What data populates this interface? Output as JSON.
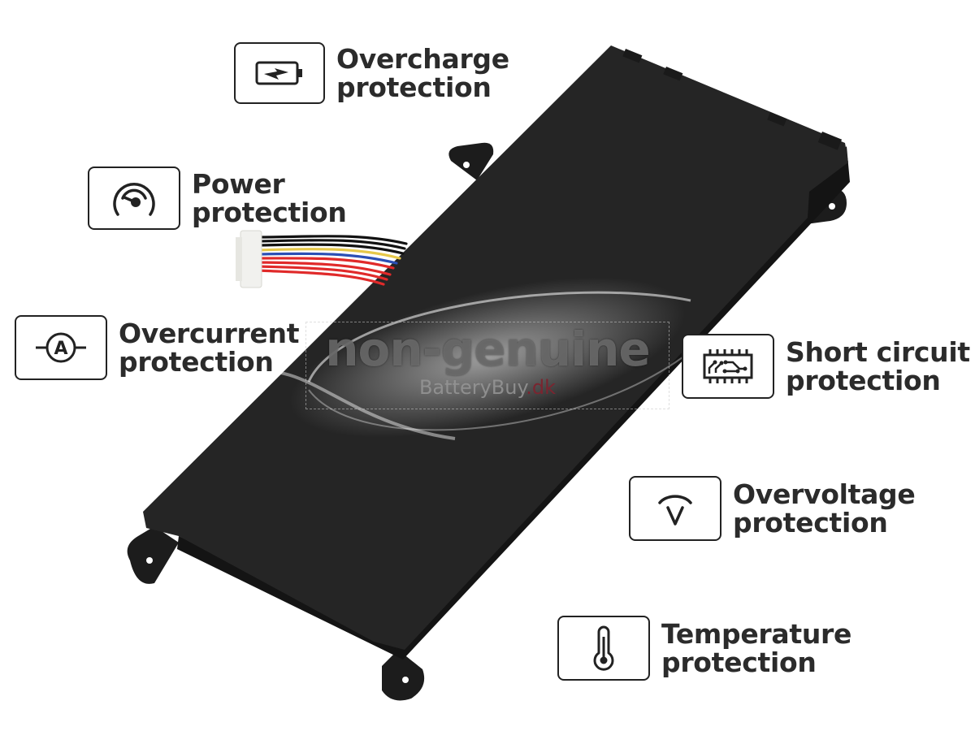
{
  "product_image": {
    "subject": "laptop battery with connector cable",
    "body_color": "#232323",
    "cable_colors": [
      "#111111",
      "#111111",
      "#111111",
      "#e6c84a",
      "#2b4fb5",
      "#e02a2a",
      "#e02a2a",
      "#e02a2a",
      "#e02a2a"
    ]
  },
  "watermark": {
    "main": "non-genuine",
    "brand": "BatteryBuy",
    "tld": ".dk"
  },
  "features": [
    {
      "id": "overcharge",
      "icon": "battery-charge-icon",
      "line1": "Overcharge",
      "line2": "protection"
    },
    {
      "id": "power",
      "icon": "gauge-icon",
      "line1": "Power",
      "line2": "protection"
    },
    {
      "id": "overcurrent",
      "icon": "ammeter-icon",
      "line1": "Overcurrent",
      "line2": "protection"
    },
    {
      "id": "short-circuit",
      "icon": "circuit-chip-icon",
      "line1": "Short circuit",
      "line2": "protection"
    },
    {
      "id": "overvoltage",
      "icon": "voltmeter-icon",
      "line1": "Overvoltage",
      "line2": "protection"
    },
    {
      "id": "temperature",
      "icon": "thermometer-icon",
      "line1": "Temperature",
      "line2": "protection"
    }
  ]
}
